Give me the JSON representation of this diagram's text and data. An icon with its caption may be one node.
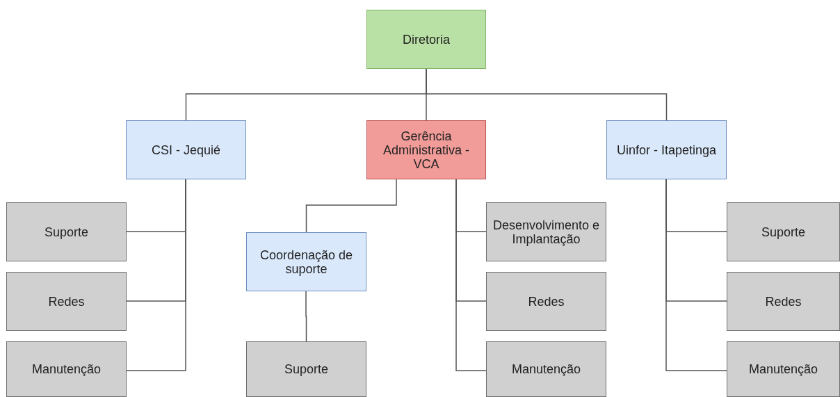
{
  "diagram": {
    "nodes": [
      {
        "text": [
          "Diretoria"
        ]
      },
      {
        "text": [
          "CSI - Jequié"
        ]
      },
      {
        "text": [
          "Gerência Administrativa - VCA"
        ]
      },
      {
        "text": [
          "Uinfor - Itapetinga"
        ]
      },
      {
        "text": [
          "Suporte"
        ]
      },
      {
        "text": [
          "Redes"
        ]
      },
      {
        "text": [
          "Manutenção"
        ]
      },
      {
        "text": [
          "Coordenação de suporte"
        ]
      },
      {
        "text": [
          "Desenvolvimento e Implantação"
        ]
      },
      {
        "text": [
          "Suporte"
        ]
      },
      {
        "text": [
          "Redes"
        ]
      },
      {
        "text": [
          "Manutenção"
        ]
      },
      {
        "text": [
          "Suporte"
        ]
      },
      {
        "text": [
          "Redes"
        ]
      },
      {
        "text": [
          "Manutenção"
        ]
      }
    ],
    "edges": [
      {
        "from": 0,
        "to": 1,
        "arrow": "none"
      },
      {
        "from": 0,
        "to": 2,
        "arrow": "none"
      },
      {
        "from": 0,
        "to": 3,
        "arrow": "none"
      },
      {
        "from": 1,
        "to": 4,
        "arrow": "none"
      },
      {
        "from": 1,
        "to": 5,
        "arrow": "none"
      },
      {
        "from": 1,
        "to": 6,
        "arrow": "none"
      },
      {
        "from": 2,
        "to": 7,
        "arrow": "none"
      },
      {
        "from": 2,
        "to": 8,
        "arrow": "none"
      },
      {
        "from": 2,
        "to": 10,
        "arrow": "none"
      },
      {
        "from": 2,
        "to": 11,
        "arrow": "none"
      },
      {
        "from": 7,
        "to": 9,
        "arrow": "none"
      },
      {
        "from": 3,
        "to": 12,
        "arrow": "none"
      },
      {
        "from": 3,
        "to": 13,
        "arrow": "none"
      },
      {
        "from": 3,
        "to": 14,
        "arrow": "none"
      }
    ]
  }
}
